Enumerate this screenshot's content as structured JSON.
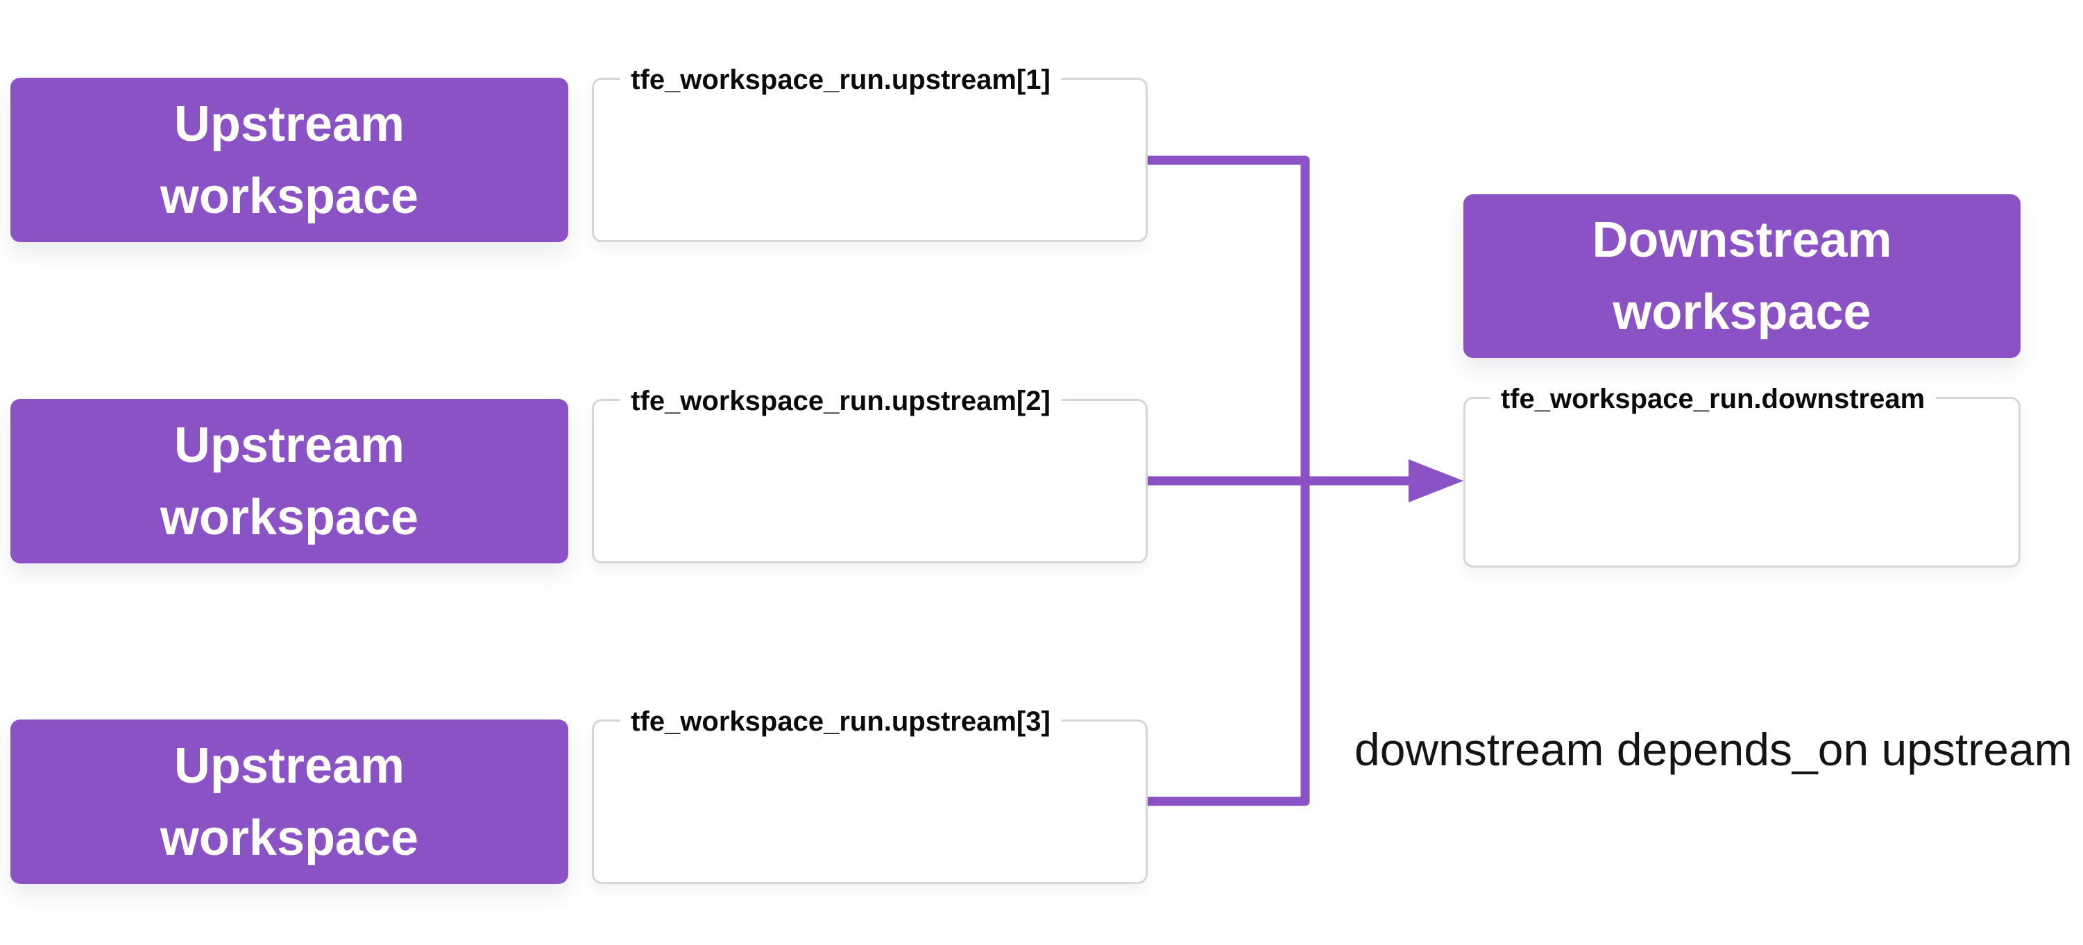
{
  "colors": {
    "purple": "#8A52C4",
    "box_border": "#D6D6D8",
    "label_text": "#0A0A0A",
    "caption_text": "#141414",
    "background": "#FFFFFF"
  },
  "nodes": {
    "upstream_workspaces": [
      {
        "title": "Upstream\nworkspace",
        "resource_label": "tfe_workspace_run.upstream[1]"
      },
      {
        "title": "Upstream\nworkspace",
        "resource_label": "tfe_workspace_run.upstream[2]"
      },
      {
        "title": "Upstream\nworkspace",
        "resource_label": "tfe_workspace_run.upstream[3]"
      }
    ],
    "downstream_workspace": {
      "title": "Downstream\nworkspace",
      "resource_label": "tfe_workspace_run.downstream"
    }
  },
  "caption": "downstream depends_on upstream"
}
